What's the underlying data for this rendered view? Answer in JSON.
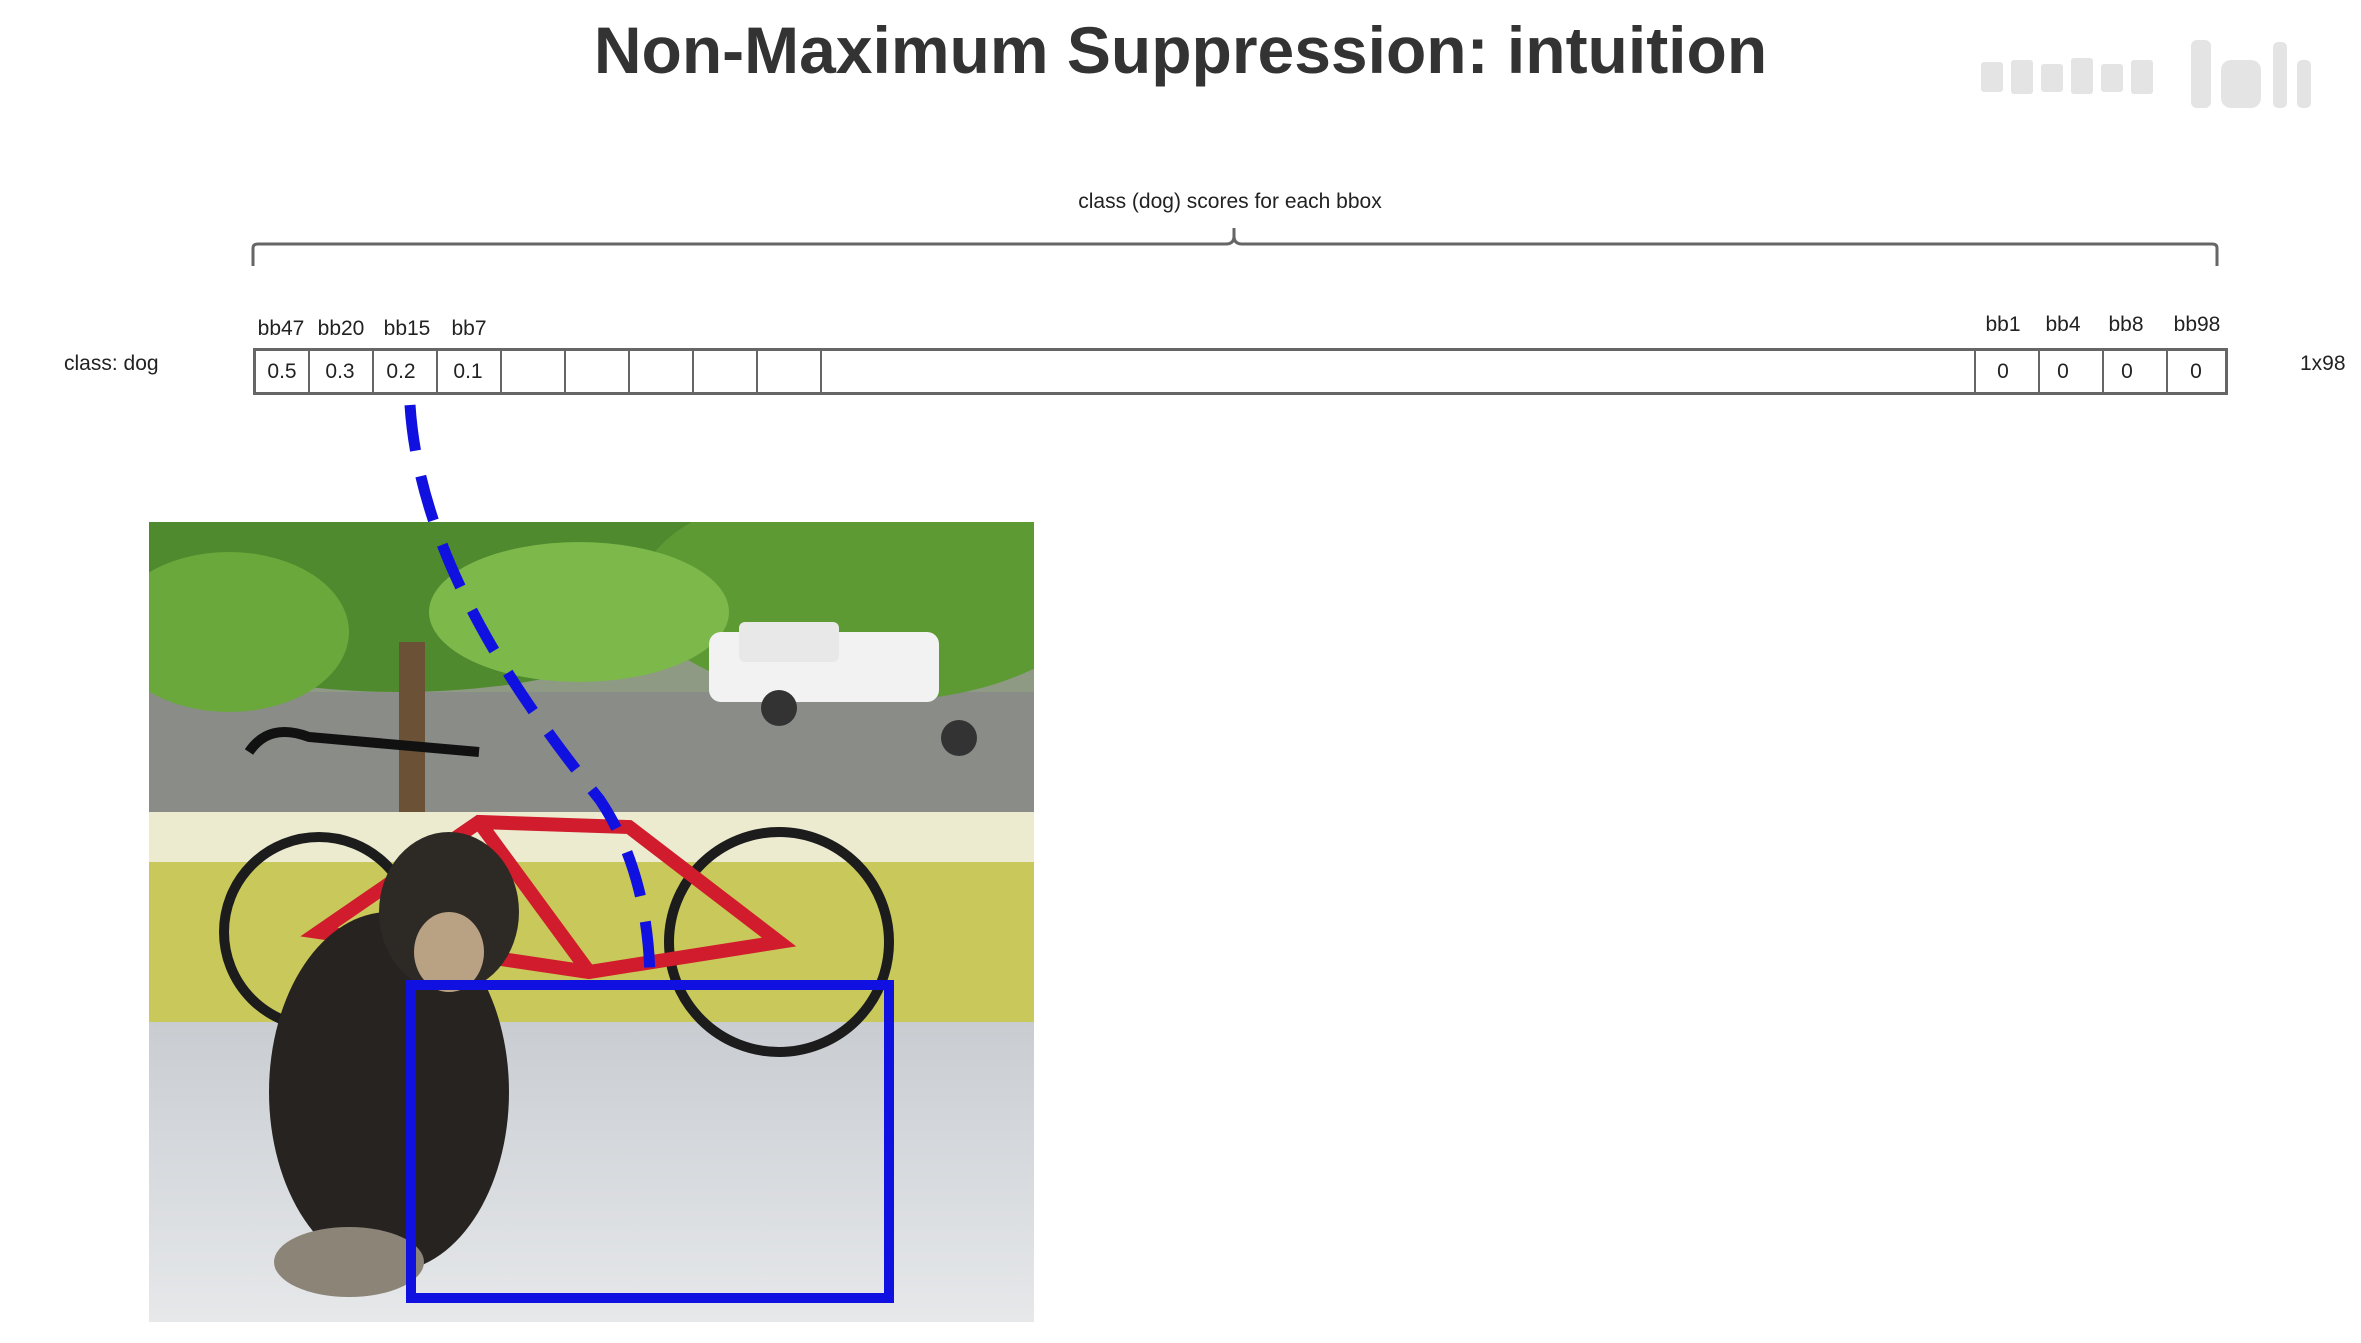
{
  "slide": {
    "title": "Non-Maximum Suppression: intuition",
    "brace_caption": "class (dog) scores for each bbox",
    "row_label": "class: dog",
    "dims": "1x98",
    "left_boxes": [
      {
        "label": "bb47",
        "score": "0.5"
      },
      {
        "label": "bb20",
        "score": "0.3"
      },
      {
        "label": "bb15",
        "score": "0.2"
      },
      {
        "label": "bb7",
        "score": "0.1"
      }
    ],
    "right_boxes": [
      {
        "label": "bb1",
        "score": "0"
      },
      {
        "label": "bb4",
        "score": "0"
      },
      {
        "label": "bb8",
        "score": "0"
      },
      {
        "label": "bb98",
        "score": "0"
      }
    ],
    "highlight_color": "#1010e0",
    "highlighted_box": "bb15"
  }
}
